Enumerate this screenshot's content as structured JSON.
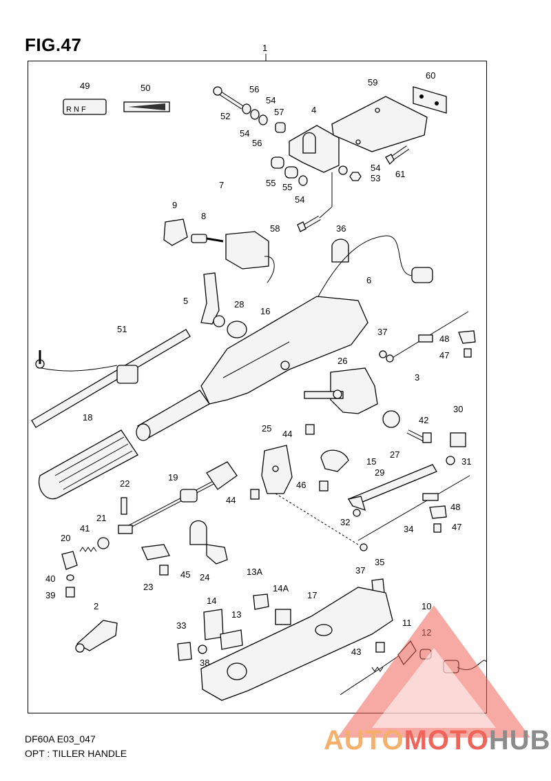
{
  "figure": {
    "title": "FIG.47",
    "main_part_label": "1",
    "footer_code": "DF60A E03_047",
    "footer_description": "OPT : TILLER HANDLE"
  },
  "shift_plate_letters": "R  N  F",
  "callouts": {
    "c2": "2",
    "c3": "3",
    "c4": "4",
    "c5": "5",
    "c6": "6",
    "c7": "7",
    "c8": "8",
    "c9": "9",
    "c10": "10",
    "c11": "11",
    "c12": "12",
    "c13": "13",
    "c13a": "13A",
    "c14": "14",
    "c14a": "14A",
    "c15": "15",
    "c16": "16",
    "c17": "17",
    "c18": "18",
    "c19": "19",
    "c20": "20",
    "c21": "21",
    "c22": "22",
    "c23": "23",
    "c24": "24",
    "c25": "25",
    "c26": "26",
    "c27": "27",
    "c28": "28",
    "c29": "29",
    "c30": "30",
    "c31": "31",
    "c32": "32",
    "c33": "33",
    "c34": "34",
    "c35": "35",
    "c36": "36",
    "c37a": "37",
    "c37b": "37",
    "c38": "38",
    "c39": "39",
    "c40": "40",
    "c41": "41",
    "c42": "42",
    "c43": "43",
    "c44a": "44",
    "c44b": "44",
    "c45": "45",
    "c46": "46",
    "c47a": "47",
    "c47b": "47",
    "c48a": "48",
    "c48b": "48",
    "c49": "49",
    "c50": "50",
    "c51": "51",
    "c52": "52",
    "c53": "53",
    "c54a": "54",
    "c54b": "54",
    "c54c": "54",
    "c54d": "54",
    "c55a": "55",
    "c55b": "55",
    "c56a": "56",
    "c56b": "56",
    "c57": "57",
    "c58": "58",
    "c59": "59",
    "c60": "60",
    "c61": "61"
  },
  "watermark": {
    "part1": "AUTO",
    "part2": "MOTO",
    "part3": "HUB",
    "colors": {
      "auto": "#f5b06b",
      "moto": "#f0645a",
      "hub": "#8b8b8b",
      "triangle": "#f0645a"
    }
  }
}
